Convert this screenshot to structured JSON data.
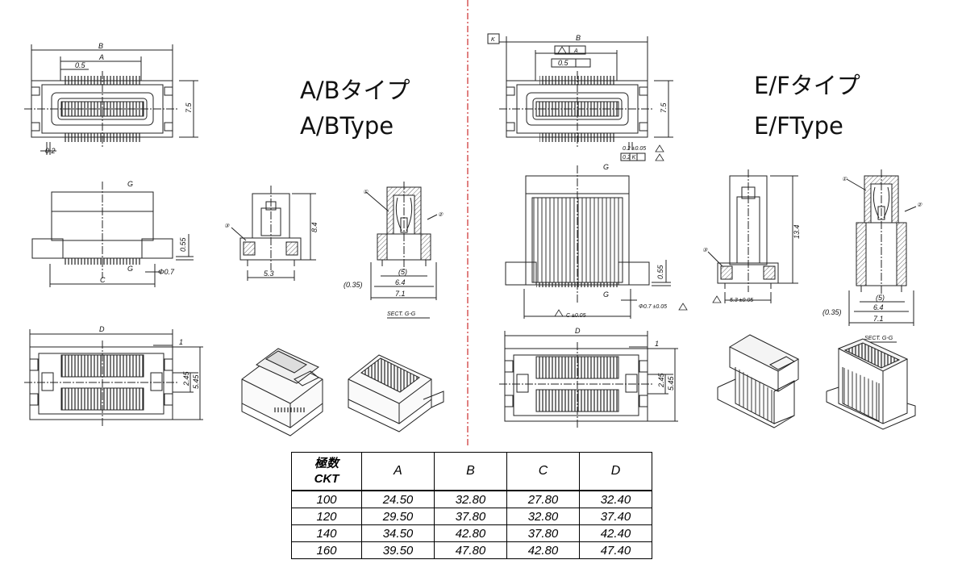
{
  "titles": {
    "ab_jp": "A/Bタイプ",
    "ab_en": "A/BType",
    "ef_jp": "E/Fタイプ",
    "ef_en": "E/FType"
  },
  "dims": {
    "B": "B",
    "A": "A",
    "C": "C",
    "D": "D",
    "G": "G",
    "K": "K",
    "d05": "0.5",
    "d02": "0.2",
    "d75": "7.5",
    "d055": "0.55",
    "d07": "Φ0.7",
    "d84": "8.4",
    "d53": "5.3",
    "d035": "(0.35)",
    "d5": "(5)",
    "d64": "6.4",
    "d71": "7.1",
    "d1": "1",
    "d245": "2.45",
    "d545": "5.45",
    "d134": "13.4",
    "c1": "①",
    "c2": "②",
    "c3": "③",
    "sect": "SECT. G-G",
    "tol005": "±0.05",
    "d02tol": "0.2 ±0.05",
    "pos02K": "0.2 K",
    "d07tol": "Φ0.7 ±0.05",
    "d53tol": "5.3 ±0.05",
    "ctol": "C ±0.05",
    "tri": "1"
  },
  "table": {
    "header_jp": "極数",
    "header_en": "CKT",
    "columns": [
      "A",
      "B",
      "C",
      "D"
    ],
    "rows": [
      {
        "ckt": "100",
        "A": "24.50",
        "B": "32.80",
        "C": "27.80",
        "D": "32.40"
      },
      {
        "ckt": "120",
        "A": "29.50",
        "B": "37.80",
        "C": "32.80",
        "D": "37.40"
      },
      {
        "ckt": "140",
        "A": "34.50",
        "B": "42.80",
        "C": "37.80",
        "D": "42.40"
      },
      {
        "ckt": "160",
        "A": "39.50",
        "B": "47.80",
        "C": "42.80",
        "D": "47.40"
      }
    ]
  },
  "colors": {
    "divider": "#c00000",
    "line": "#222222",
    "hatch": "#777777"
  }
}
